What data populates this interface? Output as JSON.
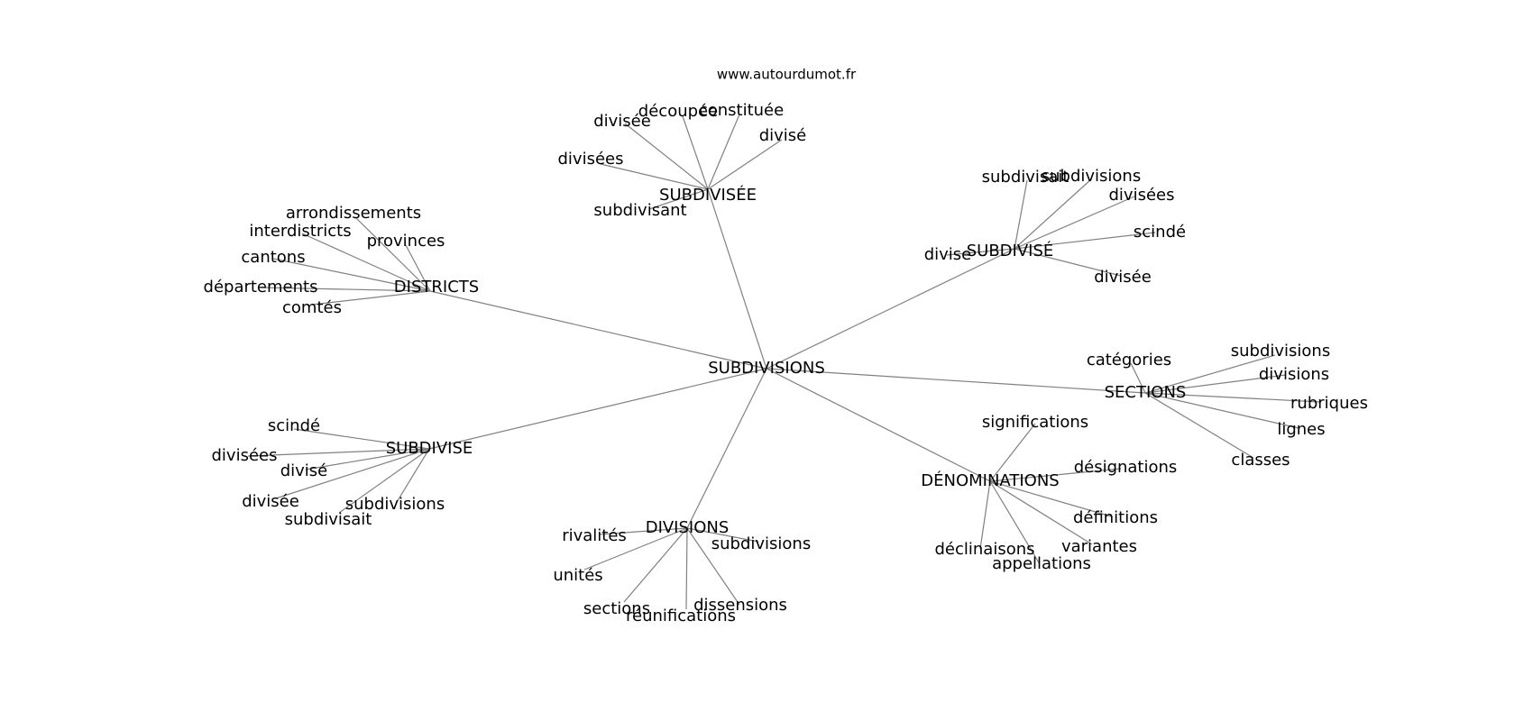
{
  "header": {
    "site": "www.autourdumot.fr"
  },
  "graph": {
    "root": "SUBDIVISIONS",
    "hubs": [
      {
        "label": "SUBDIVISÉE",
        "leaves": [
          "divisée",
          "découpée",
          "constituée",
          "divisé",
          "divisées",
          "subdivisant"
        ]
      },
      {
        "label": "SUBDIVISÉ",
        "leaves": [
          "subdivisait",
          "subdivisions",
          "divisées",
          "scindé",
          "divise",
          "divisée"
        ]
      },
      {
        "label": "DISTRICTS",
        "leaves": [
          "arrondissements",
          "interdistricts",
          "provinces",
          "cantons",
          "départements",
          "comtés"
        ]
      },
      {
        "label": "SECTIONS",
        "leaves": [
          "catégories",
          "subdivisions",
          "divisions",
          "rubriques",
          "lignes",
          "classes"
        ]
      },
      {
        "label": "SUBDIVISE",
        "leaves": [
          "scindé",
          "divisées",
          "divisé",
          "divisée",
          "subdivisions",
          "subdivisait"
        ]
      },
      {
        "label": "DÉNOMINATIONS",
        "leaves": [
          "significations",
          "désignations",
          "définitions",
          "variantes",
          "déclinaisons",
          "appellations"
        ]
      },
      {
        "label": "DIVISIONS",
        "leaves": [
          "rivalités",
          "subdivisions",
          "unités",
          "sections",
          "réunifications",
          "dissensions"
        ]
      }
    ]
  }
}
